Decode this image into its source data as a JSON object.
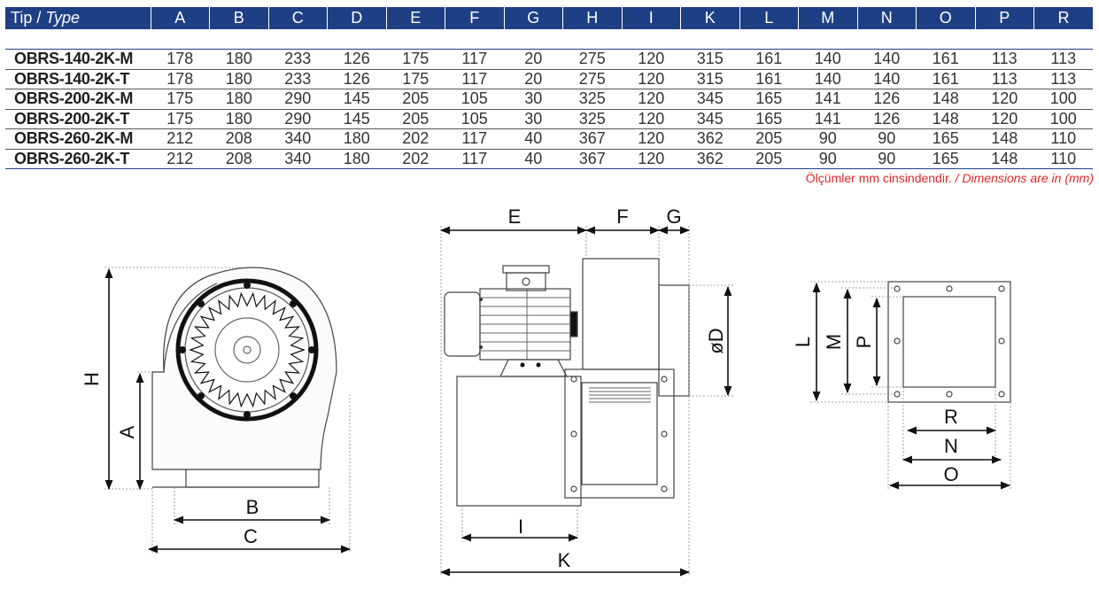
{
  "table": {
    "type_label_tr": "Tip / ",
    "type_label_en": "Type",
    "columns": [
      "A",
      "B",
      "C",
      "D",
      "E",
      "F",
      "G",
      "H",
      "I",
      "K",
      "L",
      "M",
      "N",
      "O",
      "P",
      "R"
    ],
    "rows": [
      {
        "model": "OBRS-140-2K-M",
        "values": [
          "178",
          "180",
          "233",
          "126",
          "175",
          "117",
          "20",
          "275",
          "120",
          "315",
          "161",
          "140",
          "140",
          "161",
          "113",
          "113"
        ]
      },
      {
        "model": "OBRS-140-2K-T",
        "values": [
          "178",
          "180",
          "233",
          "126",
          "175",
          "117",
          "20",
          "275",
          "120",
          "315",
          "161",
          "140",
          "140",
          "161",
          "113",
          "113"
        ]
      },
      {
        "model": "OBRS-200-2K-M",
        "values": [
          "175",
          "180",
          "290",
          "145",
          "205",
          "105",
          "30",
          "325",
          "120",
          "345",
          "165",
          "141",
          "126",
          "148",
          "120",
          "100"
        ]
      },
      {
        "model": "OBRS-200-2K-T",
        "values": [
          "175",
          "180",
          "290",
          "145",
          "205",
          "105",
          "30",
          "325",
          "120",
          "345",
          "165",
          "141",
          "126",
          "148",
          "120",
          "100"
        ]
      },
      {
        "model": "OBRS-260-2K-M",
        "values": [
          "212",
          "208",
          "340",
          "180",
          "202",
          "117",
          "40",
          "367",
          "120",
          "362",
          "205",
          "90",
          "90",
          "165",
          "148",
          "110"
        ]
      },
      {
        "model": "OBRS-260-2K-T",
        "values": [
          "212",
          "208",
          "340",
          "180",
          "202",
          "117",
          "40",
          "367",
          "120",
          "362",
          "205",
          "90",
          "90",
          "165",
          "148",
          "110"
        ]
      }
    ]
  },
  "note": {
    "tr": "Ölçümler mm cinsindendir. ",
    "en": "/ Dimensions are in (mm)"
  },
  "drawing_labels": {
    "front": {
      "H": "H",
      "A": "A",
      "B": "B",
      "C": "C"
    },
    "side": {
      "E": "E",
      "F": "F",
      "G": "G",
      "D": "øD",
      "I": "I",
      "K": "K"
    },
    "flange": {
      "L": "L",
      "M": "M",
      "P": "P",
      "R": "R",
      "N": "N",
      "O": "O"
    }
  },
  "colors": {
    "header_bg": "#1f3f85",
    "note_red": "#e0262a"
  }
}
